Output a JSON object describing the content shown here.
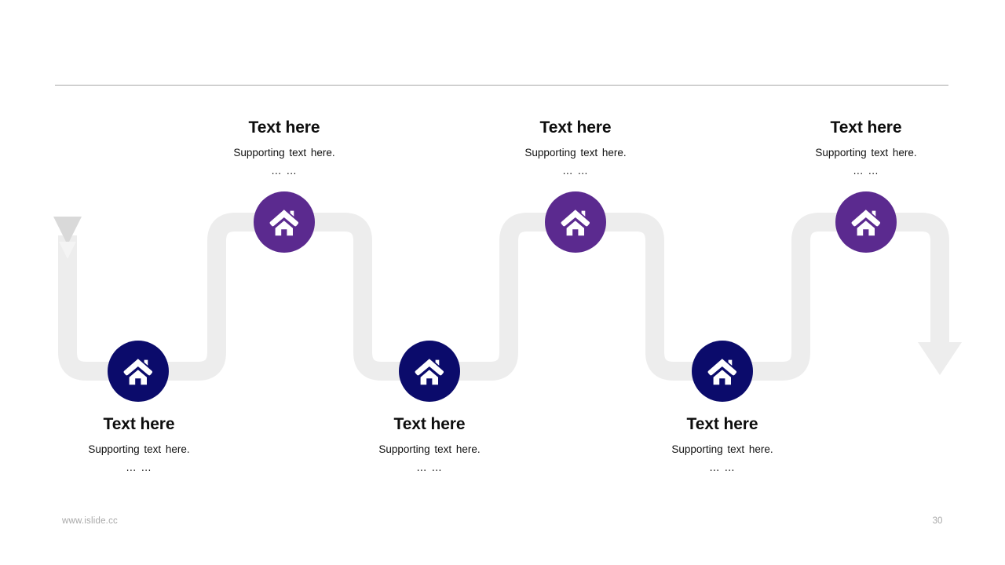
{
  "slide": {
    "page_number": "30",
    "footer_url": "www.islide.cc",
    "background_color": "#ffffff",
    "divider_color": "#a6a6a6"
  },
  "palette": {
    "purple": "#5B2A8F",
    "navy": "#0B0B6B",
    "ribbon": "#EDEDED",
    "start_arrow": "#D9D9D9",
    "end_arrow": "#EDEDED",
    "icon_fill": "#ffffff"
  },
  "diagram": {
    "type": "serpentine-process-roadmap",
    "steps": [
      {
        "id": "step-1",
        "position": "bottom",
        "order": 1,
        "color": "#0B0B6B",
        "icon": "home-icon",
        "title": "Text here",
        "subtitle": "Supporting  text here.",
        "dots": "… …"
      },
      {
        "id": "step-2",
        "position": "top",
        "order": 2,
        "color": "#5B2A8F",
        "icon": "home-icon",
        "title": "Text here",
        "subtitle": "Supporting  text here.",
        "dots": "… …"
      },
      {
        "id": "step-3",
        "position": "bottom",
        "order": 3,
        "color": "#0B0B6B",
        "icon": "home-icon",
        "title": "Text here",
        "subtitle": "Supporting  text here.",
        "dots": "… …"
      },
      {
        "id": "step-4",
        "position": "top",
        "order": 4,
        "color": "#5B2A8F",
        "icon": "home-icon",
        "title": "Text here",
        "subtitle": "Supporting  text here.",
        "dots": "… …"
      },
      {
        "id": "step-5",
        "position": "bottom",
        "order": 5,
        "color": "#0B0B6B",
        "icon": "home-icon",
        "title": "Text here",
        "subtitle": "Supporting  text here.",
        "dots": "… …"
      },
      {
        "id": "step-6",
        "position": "top",
        "order": 6,
        "color": "#5B2A8F",
        "icon": "home-icon",
        "title": "Text here",
        "subtitle": "Supporting  text here.",
        "dots": "… …"
      }
    ]
  }
}
